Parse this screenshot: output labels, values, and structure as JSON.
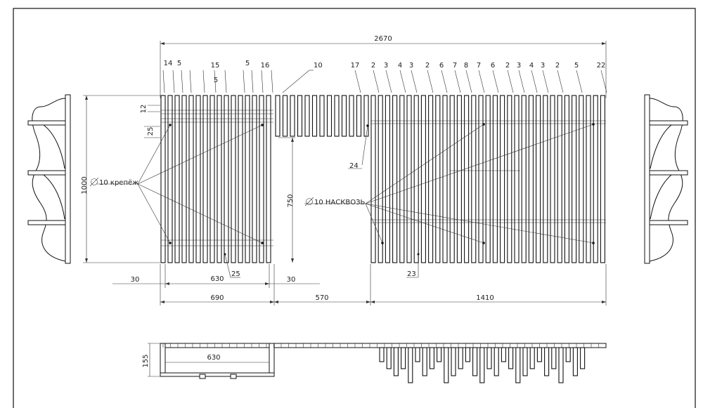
{
  "dimensions": {
    "total_width": "2670",
    "height": "1000",
    "height_mid": "750",
    "gap_left": "30",
    "inner_left": "630",
    "gap_mid": "30",
    "left_section": "690",
    "mid_section": "570",
    "right_section": "1410",
    "plan_depth": "155",
    "plan_inner": "630",
    "dim_12": "12",
    "dim_25": "25"
  },
  "notes": {
    "hole_mount": "10 крепёж",
    "hole_through": "10 НАСКВОЗЬ"
  },
  "callouts": {
    "top_left": [
      "14",
      "5",
      "15",
      "5",
      "5",
      "16"
    ],
    "top_mid": "10",
    "top_right": [
      "17",
      "2",
      "3",
      "4",
      "3",
      "2",
      "6",
      "7",
      "8",
      "7",
      "6",
      "2",
      "3",
      "4",
      "3",
      "2",
      "5",
      "22"
    ],
    "part_25": "25",
    "part_24": "24",
    "part_23": "23"
  },
  "colors": {
    "line": "#111111",
    "dim": "#333333",
    "paper": "#ffffff"
  }
}
